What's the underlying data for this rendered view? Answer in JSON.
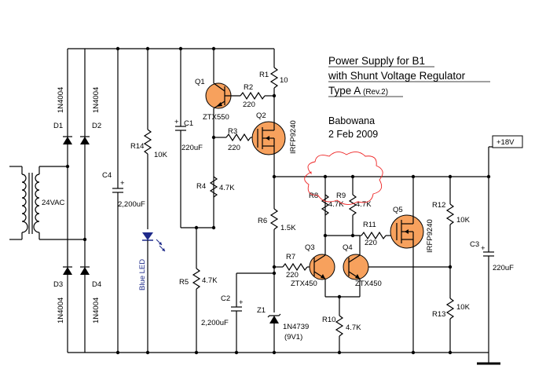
{
  "title": {
    "line1": "Power Supply for B1",
    "line2": "with Shunt Voltage Regulator",
    "line3": "Type A",
    "rev": "(Rev.2)"
  },
  "author": "Babowana",
  "date": "2 Feb 2009",
  "output_label": "+18V",
  "transformer_label": "24VAC",
  "components": {
    "D1": "D1",
    "D2": "D2",
    "D3": "D3",
    "D4": "D4",
    "diode_part": "1N4004",
    "C4": "C4",
    "C4_value": "2,200uF",
    "R14": "R14",
    "R14_value": "10K",
    "led_label": "Blue LED",
    "C1": "C1",
    "C1_value": "220uF",
    "Q1": "Q1",
    "Q1_part": "ZTX550",
    "R2": "R2",
    "R2_value": "220",
    "R1": "R1",
    "R1_value": "10",
    "R3": "R3",
    "R3_value": "220",
    "Q2": "Q2",
    "Q2_part": "IRFP9240",
    "R4": "R4",
    "R4_value": "4.7K",
    "R5": "R5",
    "R5_value": "4.7K",
    "C2": "C2",
    "C2_value": "2,200uF",
    "R6": "R6",
    "R6_value": "1.5K",
    "R7": "R7",
    "R7_value": "220",
    "Z1": "Z1",
    "Z1_part": "1N4739",
    "Z1_volt": "(9V1)",
    "Q3": "Q3",
    "Q3_part": "ZTX450",
    "Q4": "Q4",
    "Q4_part": "ZTX450",
    "R8": "R8",
    "R8_value": "4.7K",
    "R9": "R9",
    "R9_value": "4.7K",
    "R10": "R10",
    "R10_value": "4.7K",
    "R11": "R11",
    "R11_value": "220",
    "Q5": "Q5",
    "Q5_part": "IRFP9240",
    "R12": "R12",
    "R12_value": "10K",
    "R13": "R13",
    "R13_value": "10K",
    "C3": "C3",
    "C3_value": "220uF"
  },
  "colors": {
    "transistor_fill": "#f7a15d",
    "led_color": "#1e2a8a",
    "highlight_cloud": "#e22222"
  }
}
